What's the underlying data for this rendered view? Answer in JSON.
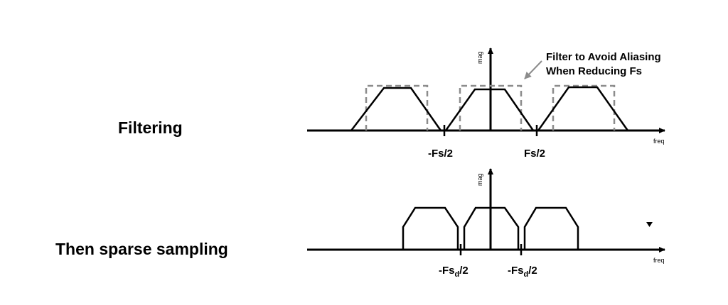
{
  "labels": {
    "filtering": "Filtering",
    "sparse": "Then sparse sampling"
  },
  "top_plot": {
    "y_axis": "mag",
    "x_axis": "freq",
    "tick_left": "-Fs/2",
    "tick_right": "Fs/2",
    "annotation_line1": "Filter to Avoid Aliasing",
    "annotation_line2": "When Reducing Fs"
  },
  "bottom_plot": {
    "y_axis": "mag",
    "x_axis": "freq",
    "tick_left": {
      "prefix": "-Fs",
      "sub": "d",
      "suffix": "/2"
    },
    "tick_right": {
      "prefix": "-Fs",
      "sub": "d",
      "suffix": "/2"
    }
  },
  "colors": {
    "line": "#000000",
    "dashed_filter": "#8c8c8c"
  }
}
